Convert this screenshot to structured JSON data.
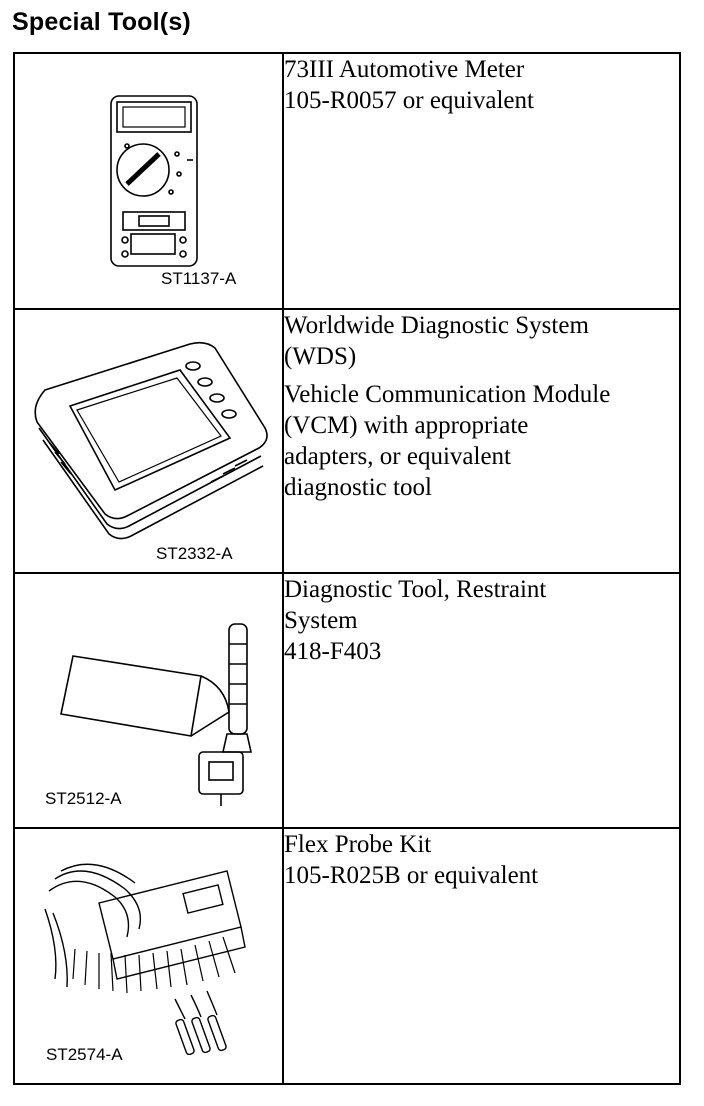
{
  "page": {
    "title": "Special Tool(s)"
  },
  "tools": [
    {
      "caption": "ST1137-A",
      "lines": [
        "73III Automotive Meter",
        "105-R0057 or equivalent"
      ]
    },
    {
      "caption": "ST2332-A",
      "lines": [
        "Worldwide Diagnostic System",
        "(WDS)"
      ],
      "lines2": [
        "Vehicle Communication Module",
        "(VCM) with appropriate",
        "adapters, or equivalent",
        "diagnostic tool"
      ]
    },
    {
      "caption": "ST2512-A",
      "lines": [
        "Diagnostic Tool, Restraint",
        "System",
        "418-F403"
      ]
    },
    {
      "caption": "ST2574-A",
      "lines": [
        "Flex Probe Kit",
        "105-R025B or equivalent"
      ]
    }
  ]
}
